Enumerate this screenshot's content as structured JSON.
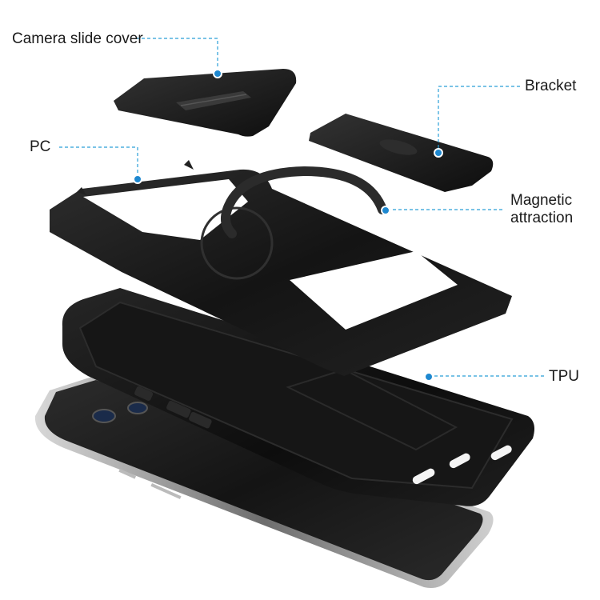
{
  "callouts": {
    "camera_slide_cover": "Camera slide cover",
    "bracket": "Bracket",
    "pc": "PC",
    "magnetic_attraction_line1": "Magnetic",
    "magnetic_attraction_line2": "attraction",
    "tpu": "TPU"
  },
  "colors": {
    "leader_line": "#2a9fd8",
    "callout_dot": "#1e88d0",
    "case_black": "#111111",
    "case_highlight": "#3a3a3a",
    "phone_glass": "#1c1c1c",
    "phone_frame": "#9a9a9a",
    "magnet_ring": "#2b2b2b"
  }
}
